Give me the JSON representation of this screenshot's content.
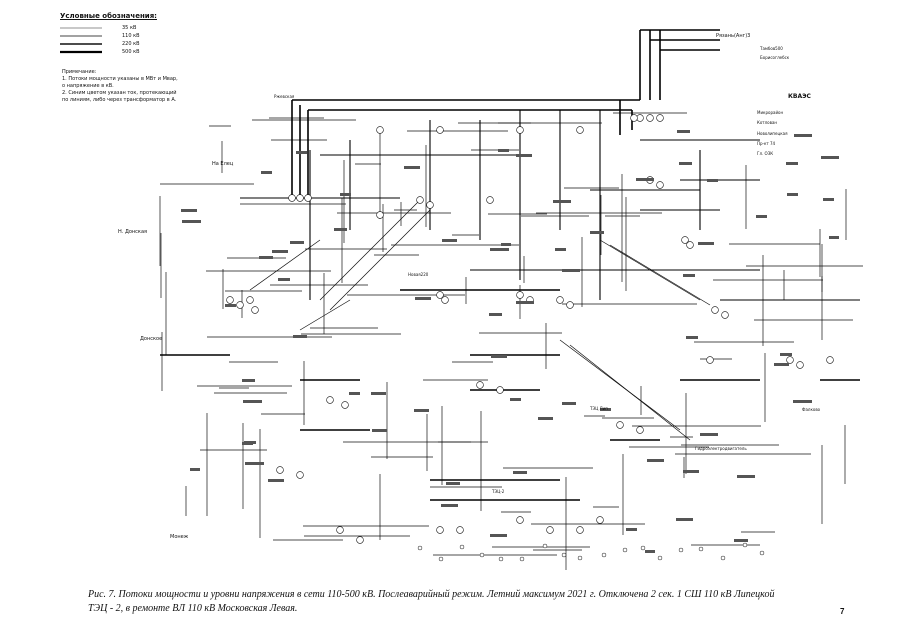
{
  "legend": {
    "title": "Условные обозначения:",
    "items": [
      {
        "label": "35 кВ",
        "color": "#222222"
      },
      {
        "label": "110 кВ",
        "color": "#444444"
      },
      {
        "label": "220 кВ",
        "color": "#111111"
      },
      {
        "label": "500 кВ",
        "color": "#000000"
      }
    ]
  },
  "notes": {
    "title": "Примечание:",
    "lines": [
      "1. Потоки мощности указаны в МВт и Мвар,",
      "о напряжение в кВ.",
      "2. Синим цветом указан ток, протекающий",
      "по линиям, либо через трансформатор в А."
    ]
  },
  "labels": {
    "ryazan": "Рязань(Анг)3",
    "kvaes": "КВАЭС",
    "tambov": "Тамбов500",
    "voronezh": "Борисоглебск",
    "na_elets": "На Елец",
    "n_donskaya": "Н. Донская",
    "donskoe": "Донское",
    "monezh": "Монеж",
    "gidroelektro": "Гидроэлектродвигатель",
    "falkovo": "Фалково",
    "mikrorayon": "Микрорайон",
    "kotlovan": "Котлован",
    "novolipetsk": "Новолипецкая",
    "prosp74": "Пр-кт 74",
    "gl_ozk": "Гл. ОЗК",
    "tets2": "ТЭЦ-2",
    "novaya": "Новая220",
    "rzhevka": "Ржевская",
    "tpp": "ТЭЦ Лип"
  },
  "caption": {
    "line1": "Рис. 7. Потоки мощности и уровни напряжения в сети 110-500 кВ. Послеаварийный режим. Летний максимум 2021 г. Отключена 2 сек. 1 СШ 110 кВ Липецкой",
    "line2": "ТЭЦ - 2, в ремонте ВЛ 110 кВ Московская Левая."
  },
  "page_number": "7"
}
